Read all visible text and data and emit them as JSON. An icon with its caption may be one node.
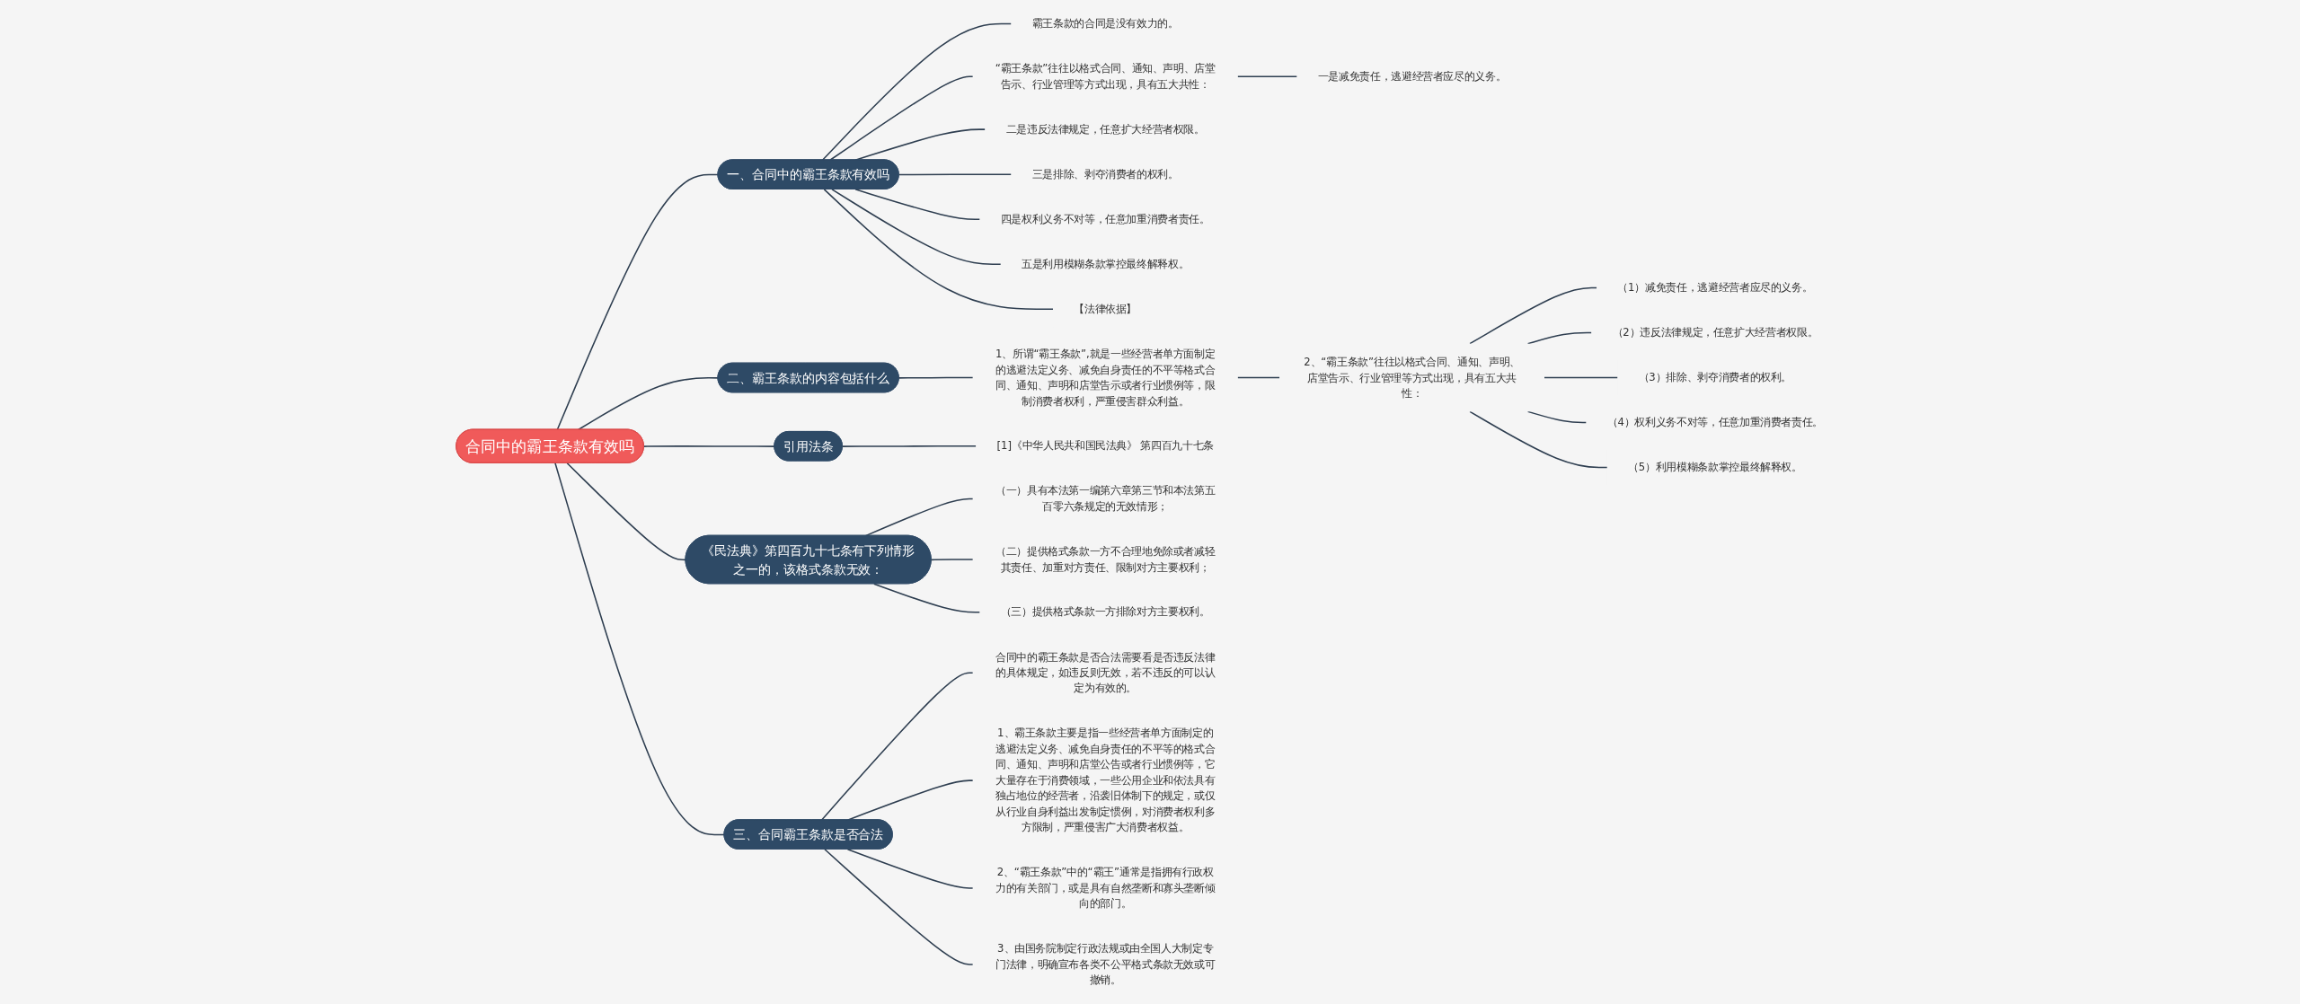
{
  "diagram": {
    "nodes": [
      {
        "text": [
          "合同中的霸王条款有效吗"
        ]
      },
      {
        "text": [
          "一、合同中的霸王条款有效吗"
        ]
      },
      {
        "text": [
          "霸王条款的合同是没有效力的。"
        ]
      },
      {
        "text": [
          "“霸王条款”往往以格式合同、通知、声明、店堂告示、行业管理等方式出现，具有五大共性："
        ]
      },
      {
        "text": [
          "一是减免责任，逃避经营者应尽的义务。"
        ]
      },
      {
        "text": [
          "二是违反法律规定，任意扩大经营者权限。"
        ]
      },
      {
        "text": [
          "三是排除、剥夺消费者的权利。"
        ]
      },
      {
        "text": [
          "四是权利义务不对等，任意加重消费者责任。"
        ]
      },
      {
        "text": [
          "五是利用模糊条款掌控最终解释权。"
        ]
      },
      {
        "text": [
          "【法律依据】"
        ]
      },
      {
        "text": [
          "二、霸王条款的内容包括什么"
        ]
      },
      {
        "text": [
          "1、所谓“霸王条款”,就是一些经营者单方面制定的逃避法定义务、减免自身责任的不平等格式合同、通知、声明和店堂告示或者行业惯例等，限制消费者权利，严重侵害群众利益。"
        ]
      },
      {
        "text": [
          "2、“霸王条款”往往以格式合同、通知、声明、店堂告示、行业管理等方式出现，具有五大共性："
        ]
      },
      {
        "text": [
          "（1）减免责任，逃避经营者应尽的义务。"
        ]
      },
      {
        "text": [
          "（2）违反法律规定，任意扩大经营者权限。"
        ]
      },
      {
        "text": [
          "（3）排除、剥夺消费者的权利。"
        ]
      },
      {
        "text": [
          "（4）权利义务不对等，任意加重消费者责任。"
        ]
      },
      {
        "text": [
          "（5）利用模糊条款掌控最终解释权。"
        ]
      },
      {
        "text": [
          "引用法条"
        ]
      },
      {
        "text": [
          "[1]《中华人民共和国民法典》 第四百九十七条"
        ]
      },
      {
        "text": [
          "《民法典》第四百九十七条有下列情形之一的，该格式条款无效："
        ]
      },
      {
        "text": [
          "（一）具有本法第一编第六章第三节和本法第五百零六条规定的无效情形；"
        ]
      },
      {
        "text": [
          "（二）提供格式条款一方不合理地免除或者减轻其责任、加重对方责任、限制对方主要权利；"
        ]
      },
      {
        "text": [
          "（三）提供格式条款一方排除对方主要权利。"
        ]
      },
      {
        "text": [
          "三、合同霸王条款是否合法"
        ]
      },
      {
        "text": [
          "合同中的霸王条款是否合法需要看是否违反法律的具体规定，如违反则无效，若不违反的可以认定为有效的。"
        ]
      },
      {
        "text": [
          "1、霸王条款主要是指一些经营者单方面制定的逃避法定义务、减免自身责任的不平等的格式合同、通知、声明和店堂公告或者行业惯例等，它大量存在于消费领域，一些公用企业和依法具有独占地位的经营者，沿袭旧体制下的规定，或仅从行业自身利益出发制定惯例，对消费者权利多方限制，严重侵害广大消费者权益。"
        ]
      },
      {
        "text": [
          "2、“霸王条款”中的“霸王”通常是指拥有行政权力的有关部门，或是具有自然垄断和寡头垄断倾向的部门。"
        ]
      },
      {
        "text": [
          "3、由国务院制定行政法规或由全国人大制定专门法律，明确宣布各类不公平格式条款无效或可撤销。"
        ]
      }
    ],
    "edges": [
      {
        "from": 0,
        "to": 1,
        "arrow": "none"
      },
      {
        "from": 1,
        "to": 2,
        "arrow": "none"
      },
      {
        "from": 1,
        "to": 3,
        "arrow": "none"
      },
      {
        "from": 3,
        "to": 4,
        "arrow": "none"
      },
      {
        "from": 1,
        "to": 5,
        "arrow": "none"
      },
      {
        "from": 1,
        "to": 6,
        "arrow": "none"
      },
      {
        "from": 1,
        "to": 7,
        "arrow": "none"
      },
      {
        "from": 1,
        "to": 8,
        "arrow": "none"
      },
      {
        "from": 1,
        "to": 9,
        "arrow": "none"
      },
      {
        "from": 0,
        "to": 10,
        "arrow": "none"
      },
      {
        "from": 10,
        "to": 11,
        "arrow": "none"
      },
      {
        "from": 11,
        "to": 12,
        "arrow": "none"
      },
      {
        "from": 12,
        "to": 13,
        "arrow": "none"
      },
      {
        "from": 12,
        "to": 14,
        "arrow": "none"
      },
      {
        "from": 12,
        "to": 15,
        "arrow": "none"
      },
      {
        "from": 12,
        "to": 16,
        "arrow": "none"
      },
      {
        "from": 12,
        "to": 17,
        "arrow": "none"
      },
      {
        "from": 0,
        "to": 18,
        "arrow": "none"
      },
      {
        "from": 18,
        "to": 19,
        "arrow": "none"
      },
      {
        "from": 0,
        "to": 20,
        "arrow": "none"
      },
      {
        "from": 20,
        "to": 21,
        "arrow": "none"
      },
      {
        "from": 20,
        "to": 22,
        "arrow": "none"
      },
      {
        "from": 20,
        "to": 23,
        "arrow": "none"
      },
      {
        "from": 0,
        "to": 24,
        "arrow": "none"
      },
      {
        "from": 24,
        "to": 25,
        "arrow": "none"
      },
      {
        "from": 24,
        "to": 26,
        "arrow": "none"
      },
      {
        "from": 24,
        "to": 27,
        "arrow": "none"
      },
      {
        "from": 24,
        "to": 28,
        "arrow": "none"
      }
    ]
  }
}
